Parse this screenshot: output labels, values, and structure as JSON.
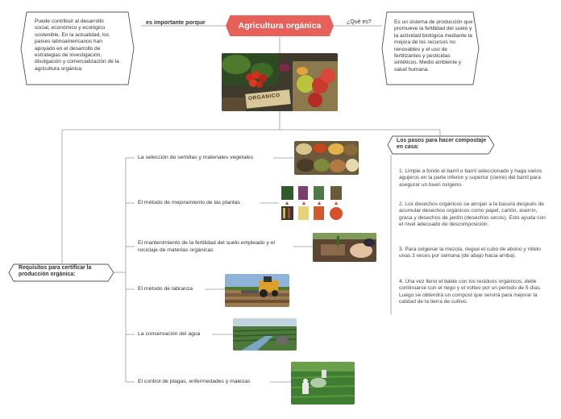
{
  "central": {
    "title": "Agricultura orgánica"
  },
  "left_branch": {
    "label": "es importante porque",
    "text": "Puede contribuir al desarrollo social, económico y ecológico sostenible. En la actualidad, los países latinoamericanos han apoyado en el desarrollo de estrategias de investigación, divulgación y comercialización de la agricultura orgánica."
  },
  "right_branch": {
    "label": "¿Qué es?",
    "text": "Es un sistema de producción que promueve la fertilidad del suelo y la actividad biológica mediante la mejora de los recursos no renovables y el uso de fertilizantes y pesticidas sintéticos. Medio ambiente y salud humana."
  },
  "central_image": {
    "sign_text": "ORGANICO"
  },
  "requisitos": {
    "title": "Requisitos para certificar la producción orgánica:",
    "items": [
      "La selección de semillas y materiales vegetales",
      "El método de mejoramiento de las plantas",
      "El mantenimiento de la fertilidad del suelo empleado y el reciclaje de materias orgánicas",
      "El método de labranza",
      "La conservación del agua",
      "El control de plagas, enfermedades y malezas"
    ]
  },
  "compostaje": {
    "title": "Los pasos para hacer compostaje en casa:",
    "steps": [
      "1. Limpie a fondo el barril o barril seleccionado y haga varios agujeros en la parte inferior y superior (cierre) del barril para asegurar un buen oxígeno.",
      "2. Los desechos orgánicos se arrojan a la basura después de acumular desechos orgánicos como papel, cartón, aserrín, grasa y desechos de jardín (desechos secos). Esto ayuda con el nivel adecuado de descomposición.",
      "3. Para oxigenar la mezcla, riegue el cubo de abono y rótelo unas 3 veces por semana (de abajo hacia arriba).",
      "4. Una vez lleno el balde con los residuos orgánicos, debe continuarse con el riego y el volteo por un periodo de 5 días. Luego se obtendrá un compost que servirá para mejorar la calidad de la tierra de cultivo."
    ]
  },
  "colors": {
    "central": "#e8605a",
    "line": "#999999",
    "border": "#555555"
  }
}
